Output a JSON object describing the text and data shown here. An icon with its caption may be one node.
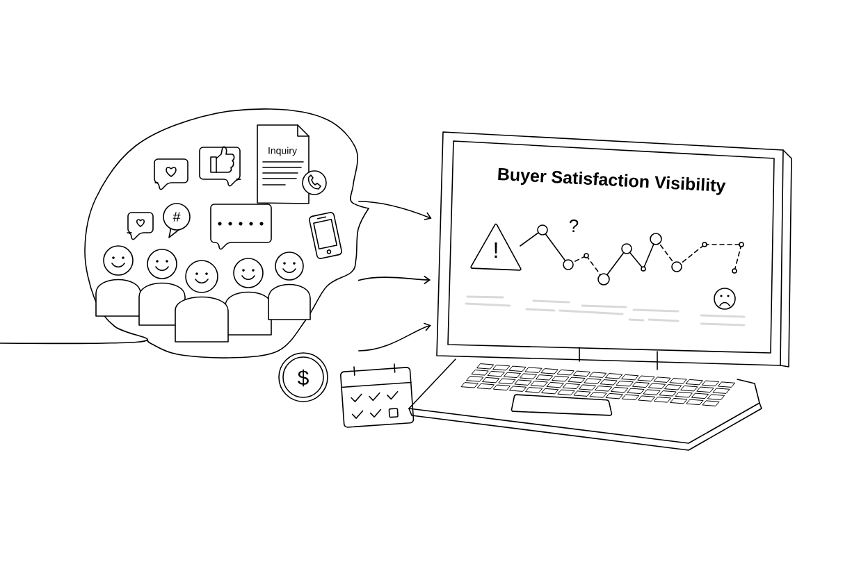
{
  "diagram": {
    "title": "Buyer Satisfaction Visibility",
    "nodes": [
      {
        "text": [],
        "shape": "cloud"
      },
      {
        "text": [
          "Inquiry"
        ],
        "in": 0
      },
      {
        "text": [],
        "shape": "box"
      }
    ],
    "edges": [
      {
        "from": 0,
        "to": 2,
        "arrow": "to"
      },
      {
        "from": 0,
        "to": 2,
        "arrow": "to"
      },
      {
        "from": 0,
        "to": 2,
        "arrow": "to"
      }
    ],
    "labels": [
      "#",
      "?",
      "!",
      "$"
    ]
  }
}
